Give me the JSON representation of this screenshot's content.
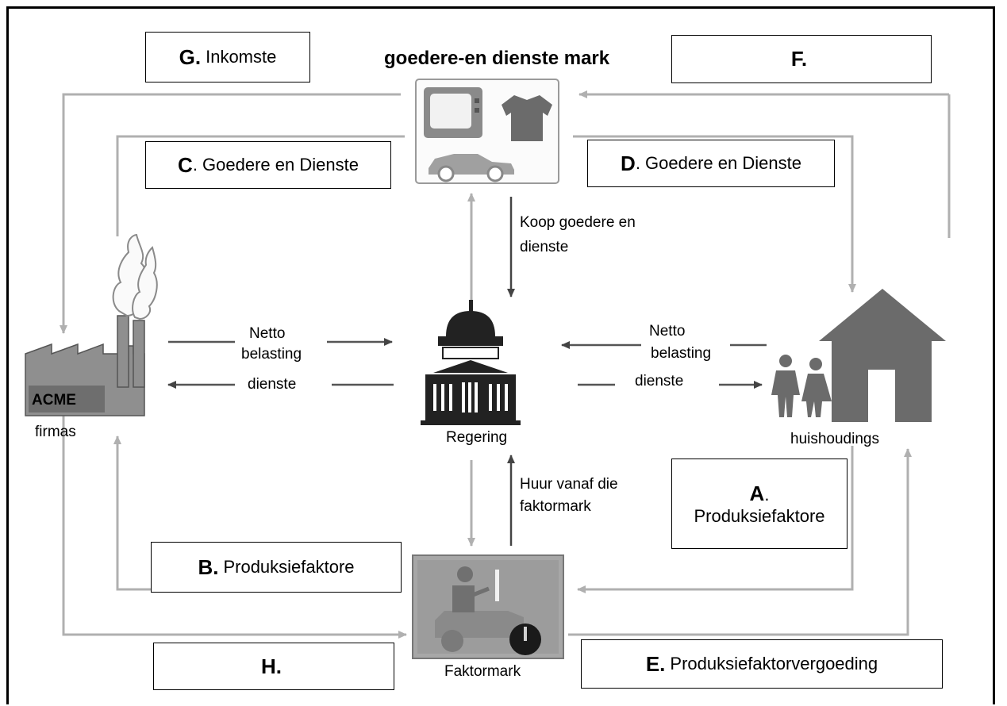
{
  "title": "goedere-en dienste mark",
  "boxes": {
    "g": {
      "letter": "G.",
      "text": "Inkomste"
    },
    "f": {
      "letter": "F.",
      "text": ""
    },
    "c": {
      "letter": "C",
      "text": ". Goedere en Dienste"
    },
    "d": {
      "letter": "D",
      "text": ". Goedere en Dienste"
    },
    "a": {
      "letter": "A",
      "dot": ".",
      "text": "Produksiefaktore"
    },
    "b": {
      "letter": "B.",
      "text": "Produksiefaktore"
    },
    "h": {
      "letter": "H.",
      "text": ""
    },
    "e": {
      "letter": "E.",
      "text": "Produksiefaktorvergoeding"
    }
  },
  "labels": {
    "koop_line1": "Koop goedere en",
    "koop_line2": "dienste",
    "huur_line1": "Huur vanaf die",
    "huur_line2": "faktormark",
    "left_netto": "Netto",
    "left_belasting": "belasting",
    "left_dienste": "dienste",
    "right_netto": "Netto",
    "right_belasting": "belasting",
    "right_dienste": "dienste",
    "acme": "ACME",
    "firmas": "firmas",
    "regering": "Regering",
    "huishoudings": "huishoudings",
    "faktormark": "Faktormark"
  },
  "colors": {
    "flow_gray": "#b0b0b0",
    "icon_gray": "#6b6b6b",
    "arrow_dark": "#555555"
  }
}
